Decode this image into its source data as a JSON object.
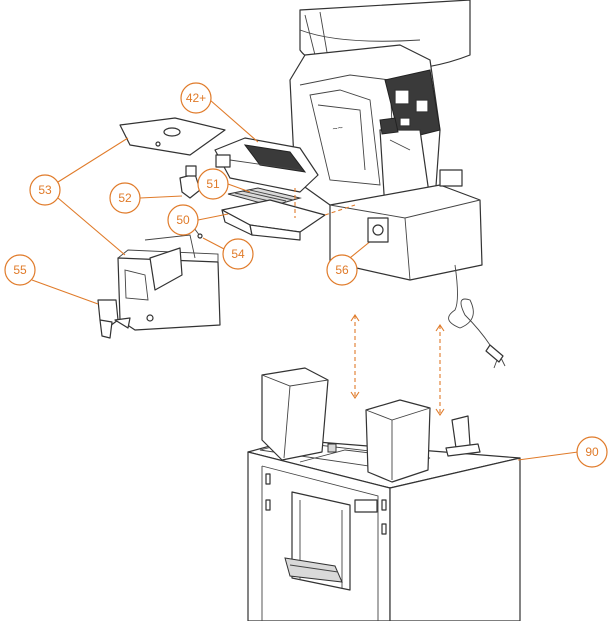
{
  "callouts": [
    {
      "id": "c42",
      "label": "42+"
    },
    {
      "id": "c53",
      "label": "53"
    },
    {
      "id": "c52",
      "label": "52"
    },
    {
      "id": "c51",
      "label": "51"
    },
    {
      "id": "c50",
      "label": "50"
    },
    {
      "id": "c54",
      "label": "54"
    },
    {
      "id": "c55",
      "label": "55"
    },
    {
      "id": "c56",
      "label": "56"
    },
    {
      "id": "c90",
      "label": "90"
    }
  ],
  "colors": {
    "callout": "#e07b2a",
    "line": "#333333"
  }
}
